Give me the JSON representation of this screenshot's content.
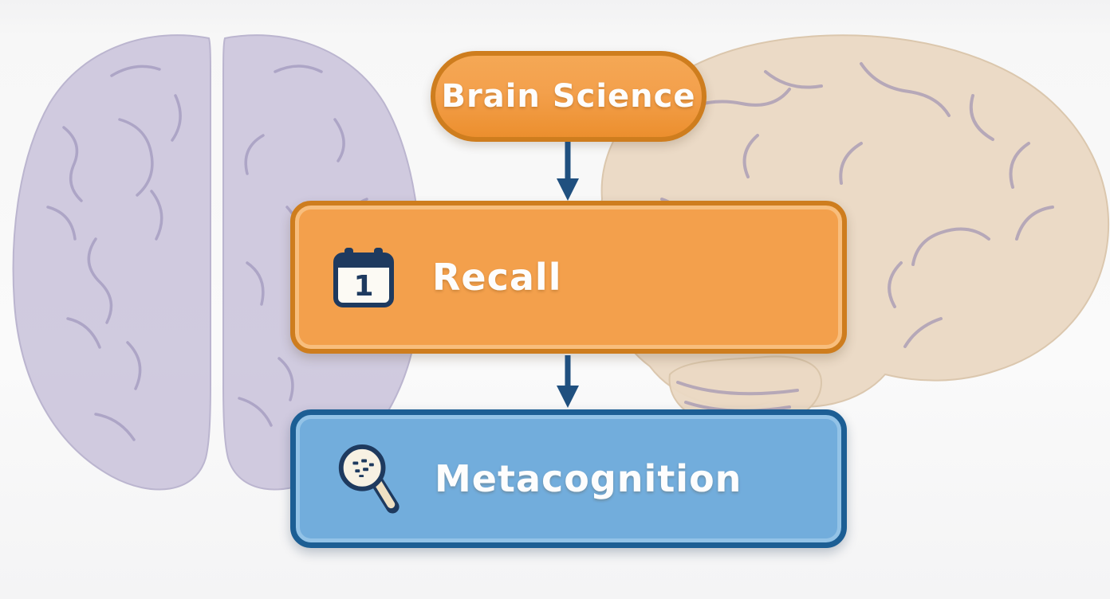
{
  "diagram": {
    "type": "flowchart",
    "direction": "top-down",
    "title_node": {
      "label": "Brain Science"
    },
    "steps": [
      {
        "label": "Recall",
        "icon": "calendar-icon",
        "icon_detail": "1",
        "color": "orange"
      },
      {
        "label": "Metacognition",
        "icon": "magnifier-icon",
        "color": "blue"
      }
    ],
    "connectors": [
      {
        "from": "Brain Science",
        "to": "Recall",
        "style": "arrow-down"
      },
      {
        "from": "Recall",
        "to": "Metacognition",
        "style": "arrow-down"
      }
    ]
  },
  "background": {
    "left_illustration": "top-view-brain",
    "right_illustration": "side-view-brain"
  },
  "colors": {
    "orange_fill": "#F3A04C",
    "orange_border": "#CE7D1E",
    "orange_inner": "#F8BE7D",
    "blue_fill": "#72ADDC",
    "blue_border": "#1C5E94",
    "blue_inner": "#93C3E7",
    "arrow": "#20507F",
    "label_text": "#FDFDFD",
    "icon_navy": "#1E3A5F",
    "left_brain_fill": "#CCC6DD",
    "left_brain_line": "#A79FC2",
    "right_brain_fill": "#EBD9C4",
    "right_brain_line": "#A99BB4",
    "canvas_bg": "#F7F7F7"
  }
}
